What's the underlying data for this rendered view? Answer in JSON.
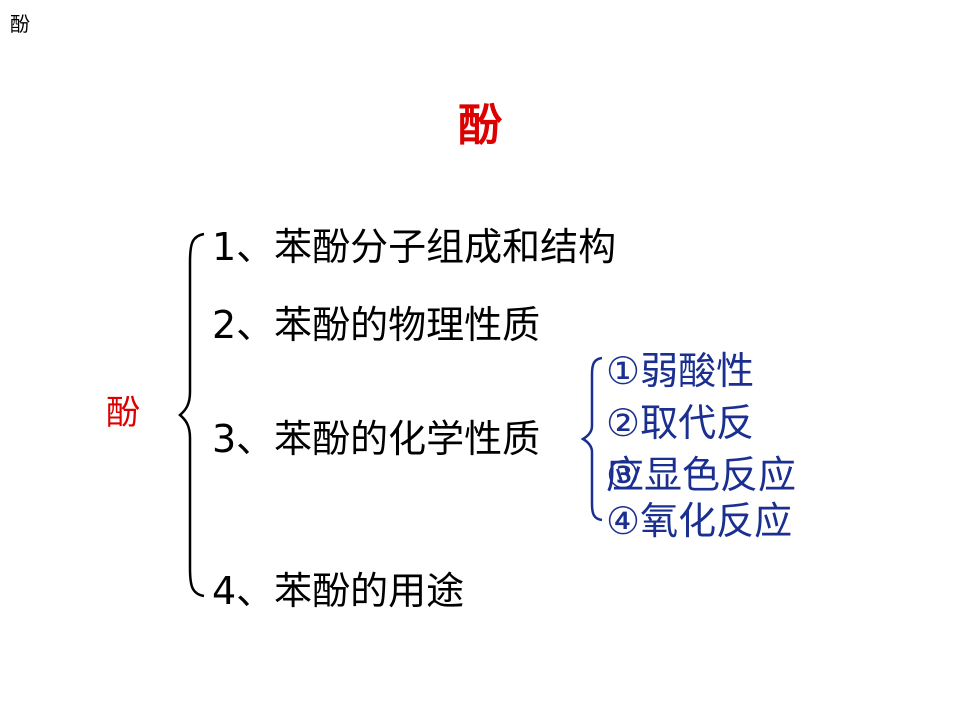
{
  "header": {
    "corner_text": "酚"
  },
  "title": {
    "text": "酚",
    "color": "#dd0000"
  },
  "side_label": {
    "text": "酚",
    "color": "#dd0000"
  },
  "topics": [
    "1、苯酚分子组成和结构",
    "2、苯酚的物理性质",
    "3、苯酚的化学性质",
    "4、苯酚的用途"
  ],
  "chemical_properties": {
    "color": "#1a2f8f",
    "items": [
      "①弱酸性",
      "②取代反",
      "应显色反应",
      "④氧化反应"
    ],
    "overlap_glyph": "③"
  }
}
